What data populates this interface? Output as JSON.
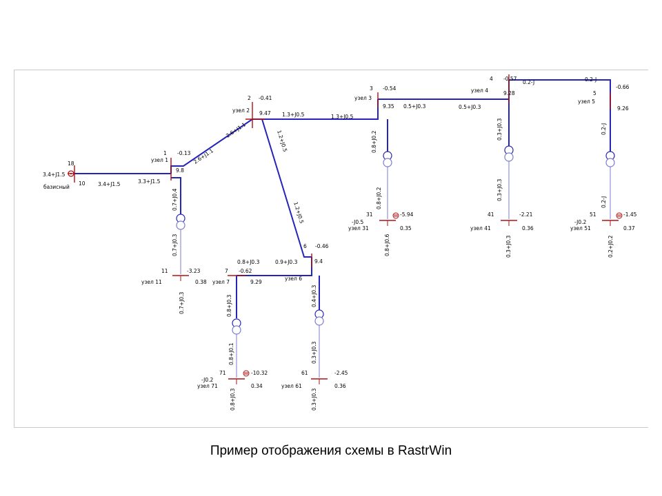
{
  "caption": "Пример отображения схемы в RastrWin",
  "colors": {
    "line": "#2424b8",
    "thin_line": "#7b7bd0",
    "bus": "#b01010",
    "frame": "#c8c8c8"
  },
  "nodes": {
    "n18": {
      "num": "18",
      "gen": "3.4+J1.5",
      "name": "базисный"
    },
    "n10": {
      "num": "10"
    },
    "n1": {
      "num": "1",
      "angle": "-0.13",
      "name": "узел 1",
      "voltage": "9.8"
    },
    "n2": {
      "num": "2",
      "angle": "-0.41",
      "name": "узел 2",
      "voltage": "9.47"
    },
    "n3": {
      "num": "3",
      "angle": "-0.54",
      "name": "узел 3",
      "voltage": "9.35"
    },
    "n4": {
      "num": "4",
      "angle": "-0.57",
      "name": "узел 4",
      "voltage": "9.28"
    },
    "n5": {
      "num": "5",
      "angle": "-0.66",
      "name": "узел 5",
      "voltage": "9.26"
    },
    "n6": {
      "num": "6",
      "angle": "-0.46",
      "name": "узел 6",
      "voltage": "9.4"
    },
    "n7": {
      "num": "7",
      "angle": "-0.62",
      "name": "узел 7",
      "voltage": "9.29"
    },
    "n11": {
      "num": "11",
      "angle": "-3.23",
      "name": "узел 11",
      "voltage": "0.38"
    },
    "n31": {
      "num": "31",
      "angle": "-5.94",
      "name": "узел 31",
      "voltage": "0.35",
      "shunt": "-J0.5"
    },
    "n41": {
      "num": "41",
      "angle": "-2.21",
      "name": "узел 41",
      "voltage": "0.36"
    },
    "n51": {
      "num": "51",
      "angle": "-1.45",
      "name": "узел 51",
      "voltage": "0.37",
      "shunt": "-J0.2"
    },
    "n61": {
      "num": "61",
      "angle": "-2.45",
      "name": "узел 61",
      "voltage": "0.36"
    },
    "n71": {
      "num": "71",
      "angle": "-10.32",
      "name": "узел 71",
      "voltage": "0.34",
      "shunt": "-J0.2"
    }
  },
  "flows": {
    "f10_out": "3.4+J1.5",
    "f1_in": "3.3+J1.5",
    "f1_2_a": "2.6+J1.1",
    "f1_2_b": "2.6+J1.1",
    "f2_3_a": "1.3+J0.5",
    "f2_3_b": "1.3+J0.5",
    "f3_4_a": "0.5+J0.3",
    "f3_4_b": "0.5+J0.3",
    "f4_5_a": "0.2-J",
    "f4_5_b": "0.2-J",
    "f2_6_a": "1.2+J0.5",
    "f2_6_b": "1.2+J0.5",
    "f6_7_a": "0.9+J0.3",
    "f6_7_b": "0.8+J0.3",
    "t1_hv": "0.7+J0.4",
    "t1_lv": "0.7+J0.3",
    "t1_load": "0.7+J0.3",
    "t3_hv": "0.8+J0.2",
    "t3_lv": "0.8+J0.2",
    "t3_load": "0.8+J0.6",
    "t4_hv": "0.3+J0.3",
    "t4_lv": "0.3+J0.3",
    "t4_load": "0.3+J0.3",
    "t5_hv": "0.2-J",
    "t5_lv": "0.2-J",
    "t5_load": "0.2+J0.2",
    "t6_hv": "0.4+J0.3",
    "t6_lv": "0.3+J0.3",
    "t6_load": "0.3+J0.3",
    "t7_hv": "0.8+J0.3",
    "t7_lv": "0.8+J0.1",
    "t7_load": "0.8+J0.3"
  }
}
